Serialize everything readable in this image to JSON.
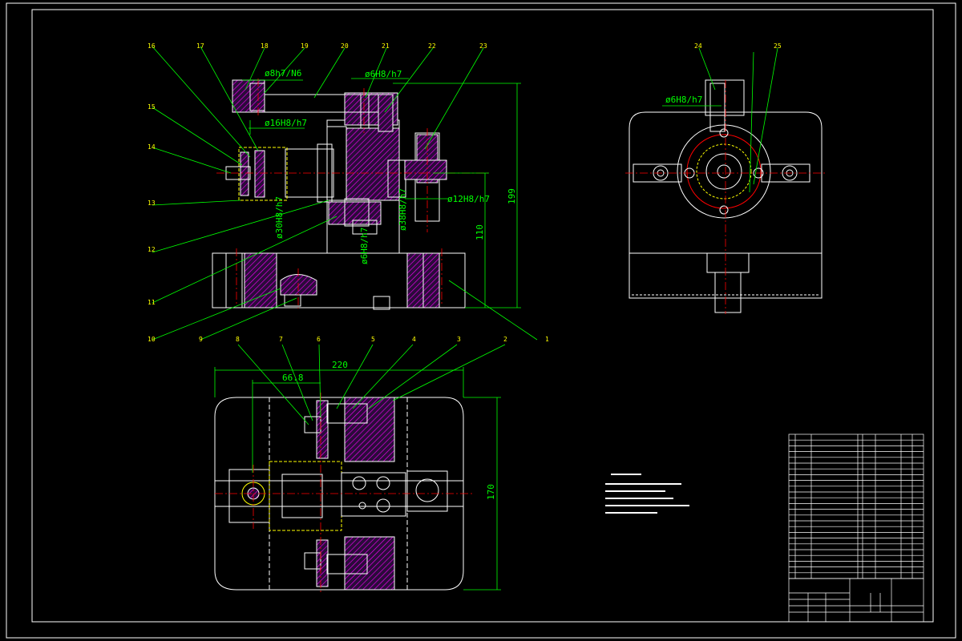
{
  "dimensions": {
    "d1": "ø8h7/N6",
    "d2": "ø6H8/h7",
    "d3": "ø16H8/h7",
    "d4": "ø12H8/h7",
    "d5": "ø38H8/h7",
    "d6": "ø30H8/h7",
    "d7": "ø6H8/h7",
    "d8": "199",
    "d9": "110",
    "d10": "220",
    "d11": "66.8",
    "d12": "170",
    "d13": "ø6H8/h7"
  },
  "balloons": [
    "1",
    "2",
    "3",
    "4",
    "5",
    "6",
    "7",
    "8",
    "9",
    "10",
    "11",
    "12",
    "13",
    "14",
    "15",
    "16",
    "17",
    "18",
    "19",
    "20",
    "21",
    "22",
    "23",
    "24",
    "25"
  ],
  "colors": {
    "background": "#000000",
    "outline": "#ffffff",
    "dimension": "#00ff00",
    "balloon": "#ffff00",
    "hatch": "#ff00ff",
    "centerline": "#ff0000"
  }
}
